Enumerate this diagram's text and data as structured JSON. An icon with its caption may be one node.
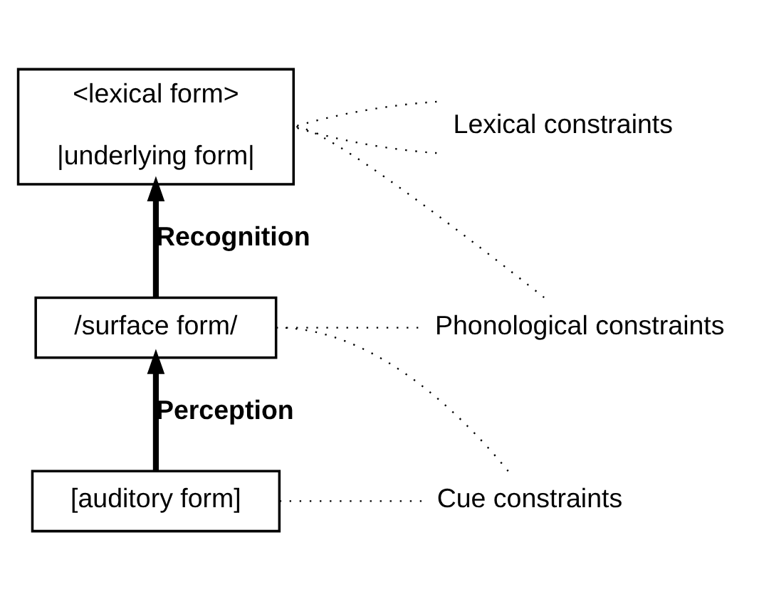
{
  "diagram": {
    "nodes": [
      {
        "text": [
          "<lexical form>",
          "|underlying form|"
        ]
      },
      {
        "text": [
          "/surface form/"
        ]
      },
      {
        "text": [
          "[auditory form]"
        ]
      },
      {
        "text": [
          "Lexical constraints"
        ]
      },
      {
        "text": [
          "Phonological constraints"
        ]
      },
      {
        "text": [
          "Cue constraints"
        ]
      }
    ],
    "edges": [
      {
        "from": 1,
        "to": 0,
        "arrow": "to",
        "label": "Recognition",
        "style": "thick"
      },
      {
        "from": 2,
        "to": 1,
        "arrow": "to",
        "label": "Perception",
        "style": "thick"
      },
      {
        "from": 3,
        "to": 0,
        "arrow": "none",
        "style": "dashed"
      },
      {
        "from": 3,
        "to": 0,
        "arrow": "none",
        "style": "dashed"
      },
      {
        "from": 4,
        "to": 0,
        "arrow": "none",
        "style": "dashed"
      },
      {
        "from": 4,
        "to": 1,
        "arrow": "none",
        "style": "dashed"
      },
      {
        "from": 5,
        "to": 1,
        "arrow": "none",
        "style": "dashed"
      },
      {
        "from": 5,
        "to": 2,
        "arrow": "none",
        "style": "dashed"
      }
    ]
  }
}
